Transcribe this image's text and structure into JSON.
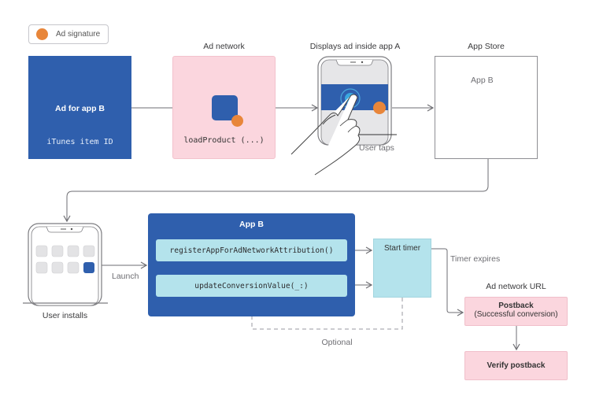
{
  "legend": {
    "label": "Ad signature",
    "color": "#e8863a"
  },
  "colors": {
    "blue": "#2f5fad",
    "pink": "#fbd6de",
    "cyan": "#b4e3ec",
    "orange": "#e8863a",
    "line": "#6e6e73"
  },
  "ad": {
    "title": "Ad for app B",
    "subtitle": "iTunes item ID"
  },
  "ad_network": {
    "heading": "Ad network",
    "call": "loadProduct (...)"
  },
  "display": {
    "heading": "Displays ad inside app A",
    "caption": "User taps"
  },
  "app_store": {
    "heading": "App Store",
    "app_name": "App B"
  },
  "install": {
    "caption": "User installs",
    "arrow_label": "Launch"
  },
  "app_b": {
    "title": "App B",
    "functions": [
      "registerAppForAdNetworkAttribution()",
      "updateConversionValue(_:)"
    ]
  },
  "timer": {
    "label": "Start timer",
    "expires_label": "Timer expires"
  },
  "optional_label": "Optional",
  "postback": {
    "url_heading": "Ad network URL",
    "title": "Postback",
    "subtitle": "(Successful conversion)",
    "verify": "Verify postback"
  }
}
